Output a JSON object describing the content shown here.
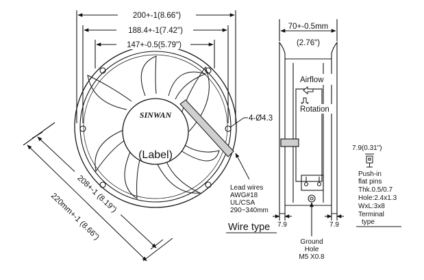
{
  "drawing": {
    "line_color": "#111111",
    "background_color": "#ffffff",
    "front_view": {
      "dim_overall": "200+-1(8.66\")",
      "dim_mounting_outer": "188.4+-1(7.42\")",
      "dim_mounting_inner": "147+-0.5(5.79\")",
      "hole_callout": "4-Ø4.3",
      "brand": "SINWAN",
      "hub_label": "(Label)",
      "diag_outer": "220mm+-1 (8.66\")",
      "diag_inner": "208+-1 (8.19\")"
    },
    "lead_wires": {
      "line1": "Lead wires",
      "line2": "AWG#18",
      "line3": "UL/CSA",
      "line4": "290~340mm"
    },
    "wire_type_title": "Wire type",
    "side_view": {
      "depth_top": "70+-0.5mm",
      "depth_inch": "(2.76\")",
      "airflow": "Airflow",
      "airflow_arrow_icon": "arrow-left-icon",
      "rotation": "Rotation",
      "rotation_arrow_icon": "arrow-down-icon",
      "flange_left": "7.9",
      "flange_right": "7.9",
      "ground_hole": [
        "Ground",
        "Hole",
        "M5 X0.8"
      ]
    },
    "terminal": {
      "dim": "7.9(0.31\")",
      "icon": "push-in-terminal-icon",
      "lines": [
        "Push-in",
        "flat pins",
        "Thk.0.5/0.7",
        "Hole:2.4x1.3",
        "WxL:3x8",
        "Terminal",
        "type"
      ]
    }
  }
}
